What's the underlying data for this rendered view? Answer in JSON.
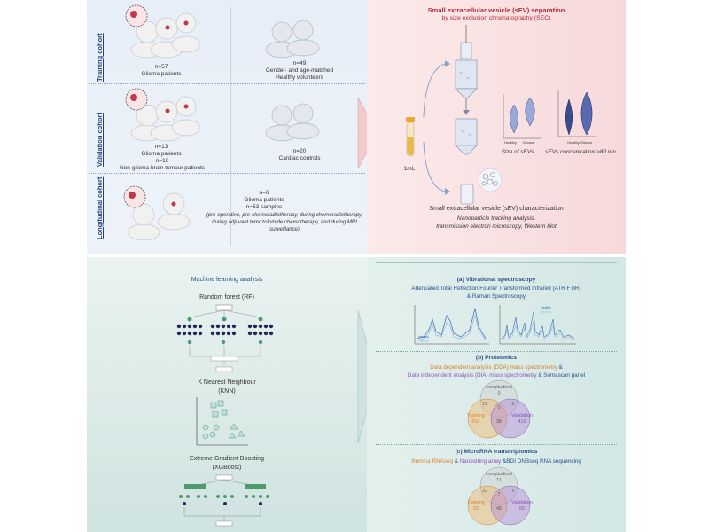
{
  "cohorts": {
    "training": {
      "label": "Training cohort",
      "glioma_n": "n=57",
      "glioma_label": "Glioma patients",
      "healthy_n": "n=49",
      "healthy_label1": "Gender- and age-matched",
      "healthy_label2": "Healthy volunteers"
    },
    "validation": {
      "label": "Validation cohort",
      "glioma_n": "n=13",
      "glioma_label": "Glioma patients",
      "nonglioma_n": "n=16",
      "nonglioma_label": "Non-glioma brain tumour patients",
      "cardiac_n": "n=20",
      "cardiac_label": "Cardiac controls"
    },
    "longitudinal": {
      "label": "Longitudinal cohort",
      "glioma_n": "n=6",
      "glioma_label": "Glioma patients",
      "samples": "n=53 samples",
      "note1": "(pre-operative, pre-chemoradiotherapy, during chemoradiotherapy,",
      "note2": "during adjuvant temozolomide chemotherapy, and during MRI",
      "note3": "surveillance)"
    }
  },
  "sec": {
    "title1": "Small extracellular vesicle (sEV) separation",
    "title2": "by size exclusion chromatography (SEC)",
    "volume": "1mL",
    "size_caption": "Size of sEVs",
    "conc_caption": "sEVs concentration >80 nm",
    "violin_x1": "Healthy",
    "violin_x2": "Glioma",
    "char_title": "Small extracellular vesicle (sEV) characterization",
    "char_sub1": "Nanoparticle tracking analysis,",
    "char_sub2": "transmission electron microscopy, Western blot"
  },
  "ml": {
    "title": "Machine learning analysis",
    "rf": "Random forest (RF)",
    "knn1": "K Nearest Neighbour",
    "knn2": "(KNN)",
    "xgb1": "Extreme Gradient Boosting",
    "xgb2": "(XGBoost)"
  },
  "vib": {
    "title": "(a) Vibrational spectroscopy",
    "sub1": "Attenuated Total Reflection Fourier Transformed Infrared (ATR FTIR)",
    "sub2": "& Raman Spectroscopy",
    "legend_healthy": "Healthy",
    "legend_glioma": "Glioma"
  },
  "prot": {
    "title": "(b) Proteomics",
    "line1_orange": "Data dependent analysis (DDA) mass spectrometry",
    "line1_amp": " &",
    "line2_purple": "Data independent analysis (DIA) mass spectrometry",
    "line2_rest": " & Somascan panel",
    "venn": {
      "longitudinal_label": "Longitudinal",
      "longitudinal_n": "0",
      "training_label": "Training",
      "training_n": "692",
      "validation_label": "Validation",
      "validation_n": "419",
      "lt": "11",
      "lv": "8",
      "all": "0",
      "tv": "38"
    }
  },
  "mirna": {
    "title": "(c) MicroRNA transcriptomics",
    "line_orange": "Illumina RNAseq",
    "line_mid": " & ",
    "line_purple": "Nanostring array",
    "line_rest": " &BGI DNBseq RNA sequencing",
    "venn": {
      "longitudinal_label": "Longitudinal",
      "longitudinal_n": "11",
      "training_label": "Training",
      "training_n": "92",
      "validation_label": "Validation",
      "validation_n": "65",
      "lt": "32",
      "lv": "6",
      "all": "7",
      "tv": "45"
    }
  },
  "colors": {
    "glioma_red": "#c0394b",
    "title_red": "#b02a3a",
    "title_blue": "#2a4f8a",
    "orange": "#d9822b",
    "purple": "#8a55b5",
    "navy_node": "#1d2a5c",
    "green_node": "#4f9a6c"
  }
}
